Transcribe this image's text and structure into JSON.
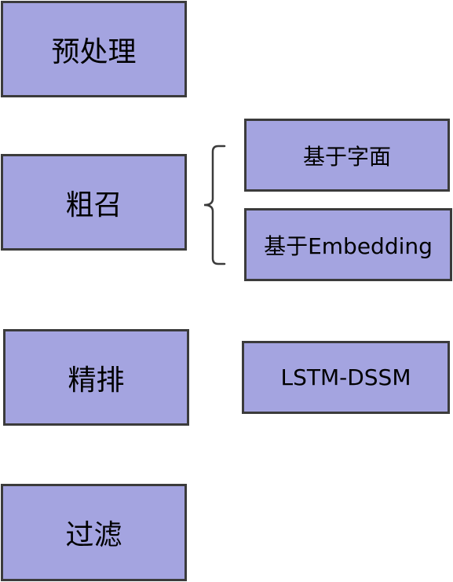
{
  "stages": [
    {
      "label": "预处理"
    },
    {
      "label": "粗召"
    },
    {
      "label": "精排"
    },
    {
      "label": "过滤"
    }
  ],
  "coarse_recall_methods": [
    {
      "label": "基于字面"
    },
    {
      "label": "基于Embedding"
    }
  ],
  "fine_rank_method": {
    "label": "LSTM-DSSM"
  },
  "colors": {
    "box_fill": "#a4a4e0",
    "box_border": "#3b3b3b",
    "brace": "#3b3b3b"
  }
}
